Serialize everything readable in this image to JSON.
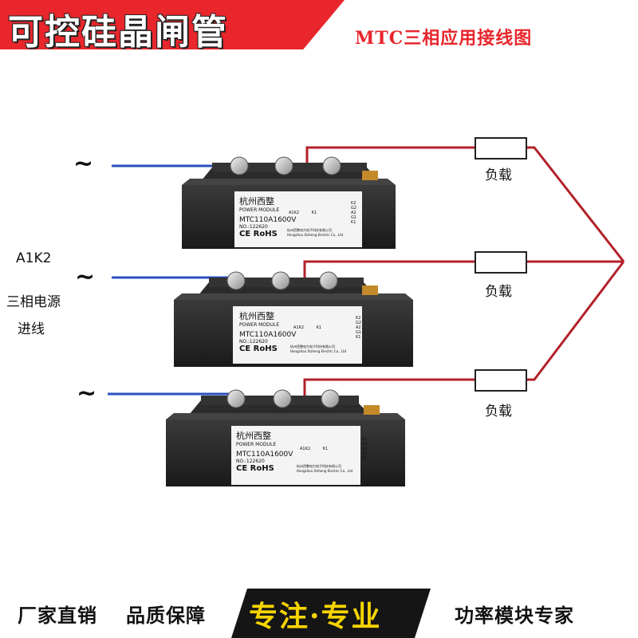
{
  "header": {
    "title": "可控硅晶闸管",
    "subtitle": "MTC三相应用接线图"
  },
  "diagram": {
    "ac_symbol": "~",
    "side_labels": {
      "terminal": "A1K2",
      "line1": "三相电源",
      "line2": "进线"
    },
    "load_label": "负载",
    "modules": [
      {
        "brand": "杭州西整",
        "type": "POWER MODULE",
        "model": "MTC110A1600V",
        "number": "NO.:122620",
        "cert": "CE RoHS",
        "maker_cn": "杭州西整电力电子科技有限公司",
        "maker_en": "Hangzhou Xizheng Electric Co., Ltd",
        "pins": [
          "K2",
          "G2",
          "A2",
          "G1",
          "K1"
        ],
        "terminal_left": "A1K2",
        "terminal_k1": "K1"
      },
      {
        "brand": "杭州西整",
        "type": "POWER MODULE",
        "model": "MTC110A1600V",
        "number": "NO.:122620",
        "cert": "CE RoHS",
        "maker_cn": "杭州西整电力电子科技有限公司",
        "maker_en": "Hangzhou Xizheng Electric Co., Ltd",
        "pins": [
          "K2",
          "G2",
          "A2",
          "G1",
          "K1"
        ],
        "terminal_left": "A1K2",
        "terminal_k1": "K1"
      },
      {
        "brand": "杭州西整",
        "type": "POWER MODULE",
        "model": "MTC110A1600V",
        "number": "NO.:122620",
        "cert": "CE RoHS",
        "maker_cn": "杭州西整电力电子科技有限公司",
        "maker_en": "Hangzhou Xizheng Electric Co., Ltd",
        "pins": [
          "K2",
          "G2",
          "A2",
          "G1",
          "K1"
        ],
        "terminal_left": "A1K2",
        "terminal_k1": "K1"
      }
    ]
  },
  "footer": {
    "left": "厂家直销",
    "left2": "品质保障",
    "middle": "专注·专业",
    "right": "功率模块专家"
  },
  "colors": {
    "header_red": "#e8262c",
    "wire_blue": "#2a4fbf",
    "wire_red": "#b3212a",
    "slogan_yellow": "#f5d400"
  }
}
